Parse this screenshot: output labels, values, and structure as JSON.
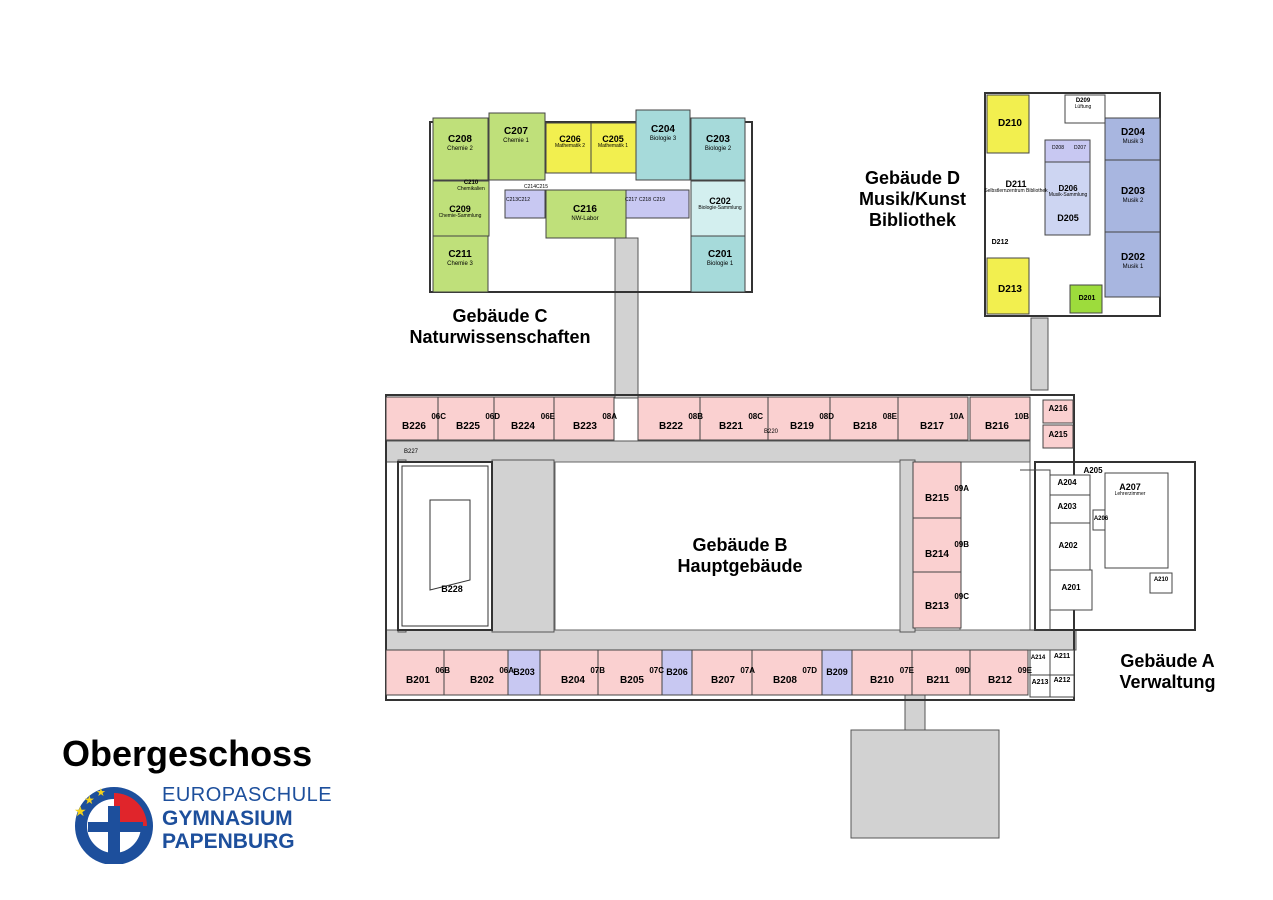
{
  "floor_title": "Obergeschoss",
  "logo": {
    "line1": "EUROPASCHULE",
    "line2": "GYMNASIUM",
    "line3": "PAPENBURG"
  },
  "colors": {
    "green": "#bfe07a",
    "yellow": "#f2ef4f",
    "teal": "#a6dada",
    "light_teal": "#d3efef",
    "blue": "#a8b6e0",
    "light_blue": "#cdd5f2",
    "pink": "#fad0d0",
    "lavender": "#c8c8f2",
    "corridor": "#d2d2d2",
    "bright_green": "#9ddc3c",
    "logo_blue": "#1d4f9c",
    "logo_red": "#e0252b",
    "logo_star": "#f5d21b"
  },
  "buildings": {
    "c": {
      "line1": "Gebäude C",
      "line2": "Naturwissenschaften"
    },
    "d": {
      "line1": "Gebäude D",
      "line2": "Musik/Kunst",
      "line3": "Bibliothek"
    },
    "b": {
      "line1": "Gebäude B",
      "line2": "Hauptgebäude"
    },
    "a": {
      "line1": "Gebäude A",
      "line2": "Verwaltung"
    }
  },
  "rooms": [
    {
      "id": "C208",
      "sub": "Chemie 2",
      "color": "green"
    },
    {
      "id": "C207",
      "sub": "Chemie 1",
      "color": "green"
    },
    {
      "id": "C206",
      "sub": "Mathematik 2",
      "color": "yellow"
    },
    {
      "id": "C205",
      "sub": "Mathematik 1",
      "color": "yellow"
    },
    {
      "id": "C204",
      "sub": "Biologie 3",
      "color": "teal"
    },
    {
      "id": "C203",
      "sub": "Biologie 2",
      "color": "teal"
    },
    {
      "id": "C210",
      "sub": "Chemikalien",
      "color": "green"
    },
    {
      "id": "C209",
      "sub": "Chemie-Sammlung",
      "color": "green"
    },
    {
      "id": "C216",
      "sub": "NW-Labor",
      "color": "green"
    },
    {
      "id": "C202",
      "sub": "Biologie-Sammlung",
      "color": "light_teal"
    },
    {
      "id": "C211",
      "sub": "Chemie 3",
      "color": "green"
    },
    {
      "id": "C201",
      "sub": "Biologie 1",
      "color": "teal"
    },
    {
      "id": "D210",
      "sub": "",
      "color": "yellow"
    },
    {
      "id": "D209",
      "sub": "Lüftung",
      "color": "white"
    },
    {
      "id": "D204",
      "sub": "Musik 3",
      "color": "blue"
    },
    {
      "id": "D203",
      "sub": "Musik 2",
      "color": "blue"
    },
    {
      "id": "D202",
      "sub": "Musik 1",
      "color": "blue"
    },
    {
      "id": "D211",
      "sub": "Selbstlernzentrum Bibliothek",
      "color": "white"
    },
    {
      "id": "D206",
      "sub": "Musik-Sammlung",
      "color": "light_blue"
    },
    {
      "id": "D205",
      "sub": "",
      "color": "light_blue"
    },
    {
      "id": "D212",
      "sub": "",
      "color": "white"
    },
    {
      "id": "D213",
      "sub": "",
      "color": "yellow"
    },
    {
      "id": "D201",
      "sub": "",
      "color": "bright_green"
    },
    {
      "id": "B226",
      "sub": "06C",
      "color": "pink"
    },
    {
      "id": "B225",
      "sub": "06D",
      "color": "pink"
    },
    {
      "id": "B224",
      "sub": "06E",
      "color": "pink"
    },
    {
      "id": "B223",
      "sub": "08A",
      "color": "pink"
    },
    {
      "id": "B222",
      "sub": "08B",
      "color": "pink"
    },
    {
      "id": "B221",
      "sub": "08C",
      "color": "pink"
    },
    {
      "id": "B219",
      "sub": "08D",
      "color": "pink"
    },
    {
      "id": "B218",
      "sub": "08E",
      "color": "pink"
    },
    {
      "id": "B217",
      "sub": "10A",
      "color": "pink"
    },
    {
      "id": "B216",
      "sub": "10B",
      "color": "pink"
    },
    {
      "id": "A216",
      "sub": "",
      "color": "pink"
    },
    {
      "id": "A215",
      "sub": "",
      "color": "pink"
    },
    {
      "id": "B215",
      "sub": "09A",
      "color": "pink"
    },
    {
      "id": "B214",
      "sub": "09B",
      "color": "pink"
    },
    {
      "id": "B213",
      "sub": "09C",
      "color": "pink"
    },
    {
      "id": "B228",
      "sub": "",
      "color": "white"
    },
    {
      "id": "B201",
      "sub": "06B",
      "color": "pink"
    },
    {
      "id": "B202",
      "sub": "06A",
      "color": "pink"
    },
    {
      "id": "B203",
      "sub": "",
      "color": "lavender"
    },
    {
      "id": "B204",
      "sub": "07B",
      "color": "pink"
    },
    {
      "id": "B205",
      "sub": "07C",
      "color": "pink"
    },
    {
      "id": "B206",
      "sub": "",
      "color": "lavender"
    },
    {
      "id": "B207",
      "sub": "07A",
      "color": "pink"
    },
    {
      "id": "B208",
      "sub": "07D",
      "color": "pink"
    },
    {
      "id": "B209",
      "sub": "",
      "color": "lavender"
    },
    {
      "id": "B210",
      "sub": "07E",
      "color": "pink"
    },
    {
      "id": "B211",
      "sub": "09D",
      "color": "pink"
    },
    {
      "id": "B212",
      "sub": "09E",
      "color": "pink"
    },
    {
      "id": "A205",
      "sub": "",
      "color": "white"
    },
    {
      "id": "A204",
      "sub": "",
      "color": "white"
    },
    {
      "id": "A203",
      "sub": "",
      "color": "white"
    },
    {
      "id": "A202",
      "sub": "",
      "color": "white"
    },
    {
      "id": "A201",
      "sub": "",
      "color": "white"
    },
    {
      "id": "A206",
      "sub": "",
      "color": "white"
    },
    {
      "id": "A207",
      "sub": "Lehrerzimmer",
      "color": "white"
    },
    {
      "id": "A214",
      "sub": "",
      "color": "white"
    },
    {
      "id": "A211",
      "sub": "",
      "color": "white"
    },
    {
      "id": "A213",
      "sub": "",
      "color": "white"
    },
    {
      "id": "A212",
      "sub": "",
      "color": "white"
    },
    {
      "id": "A210",
      "sub": "",
      "color": "white"
    }
  ],
  "small_labels": [
    "B227",
    "B220",
    "C214",
    "C215",
    "C213",
    "C212",
    "C217",
    "C218",
    "C219",
    "D208",
    "D207"
  ]
}
